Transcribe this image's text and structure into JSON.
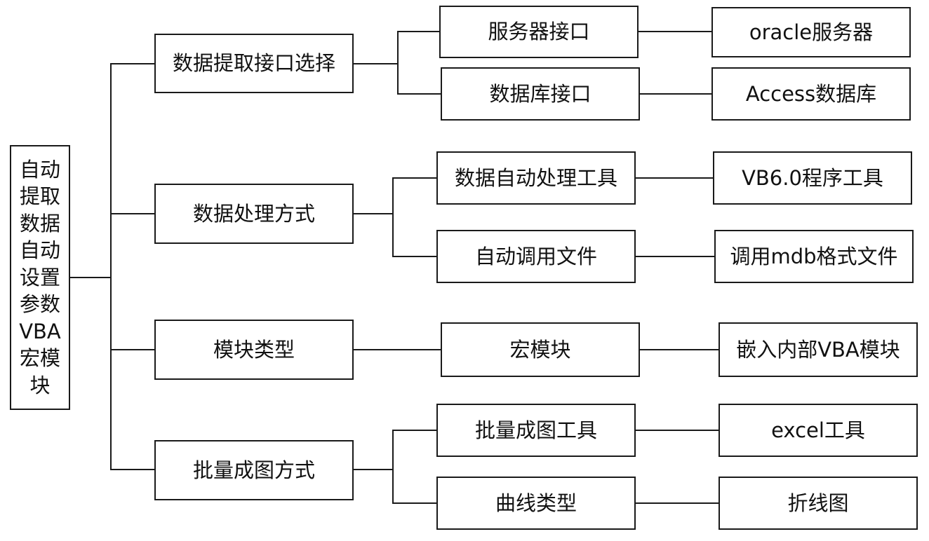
{
  "root": {
    "lines": [
      "自动",
      "提取",
      "数据",
      "自动",
      "设置",
      "参数",
      "VBA",
      "宏模",
      "块"
    ]
  },
  "branches": [
    {
      "label": "数据提取接口选择",
      "children": [
        {
          "label": "服务器接口",
          "leaf": "oracle服务器"
        },
        {
          "label": "数据库接口",
          "leaf": "Access数据库"
        }
      ]
    },
    {
      "label": "数据处理方式",
      "children": [
        {
          "label": "数据自动处理工具",
          "leaf": "VB6.0程序工具"
        },
        {
          "label": "自动调用文件",
          "leaf": "调用mdb格式文件"
        }
      ]
    },
    {
      "label": "模块类型",
      "children": [
        {
          "label": "宏模块",
          "leaf": "嵌入内部VBA模块"
        }
      ]
    },
    {
      "label": "批量成图方式",
      "children": [
        {
          "label": "批量成图工具",
          "leaf": "excel工具"
        },
        {
          "label": "曲线类型",
          "leaf": "折线图"
        }
      ]
    }
  ],
  "colors": {
    "line": "#1a1a1a",
    "box_border": "#1a1a1a",
    "background": "#ffffff",
    "text": "#111111"
  }
}
